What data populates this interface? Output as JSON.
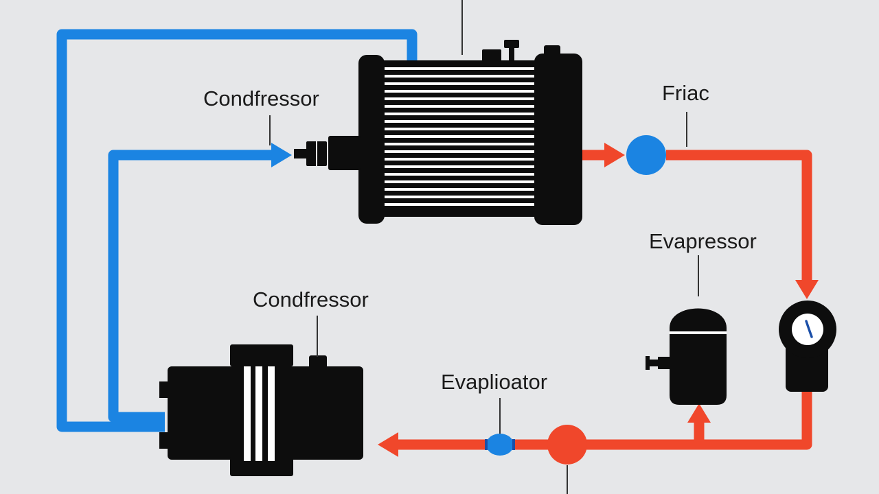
{
  "labels": {
    "condenser_top": "Condfressor",
    "friac": "Friac",
    "evapressor": "Evapressor",
    "compressor_bottom": "Condfressor",
    "evaplioator": "Evaplioator"
  },
  "colors": {
    "background": "#e6e7e9",
    "cold_line": "#1b84e2",
    "hot_line": "#f0472b",
    "component": "#0d0d0d",
    "leader": "#333333"
  },
  "icons": {
    "gauge": "pressure-gauge-icon",
    "tank": "accumulator-tank-icon"
  }
}
